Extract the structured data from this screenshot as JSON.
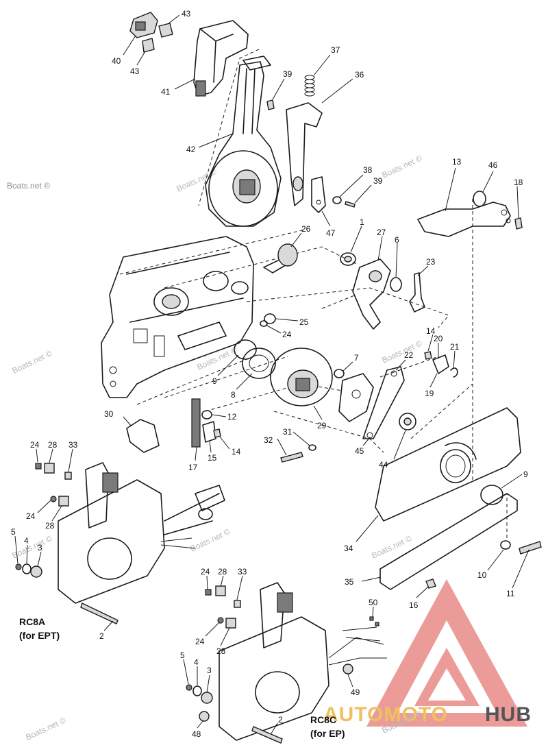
{
  "watermarks": [
    "Boats.net ©",
    "Boats.net ©",
    "Boats.net ©",
    "Boats.net ©",
    "Boats.net ©",
    "Boats.net ©",
    "Boats.net ©",
    "Boats.net ©",
    "Boats.net ©",
    "Boats.net ©",
    "Boats.net ©"
  ],
  "brand": {
    "part1": "AUTOMOTO",
    "part2": "HUB",
    "colors": {
      "accent": "#f0c060",
      "dark": "#555555",
      "triangle": "#e88a86"
    }
  },
  "models": [
    {
      "line1": "RC8A",
      "line2": "(for EPT)"
    },
    {
      "line1": "RC8C",
      "line2": "(for EP)"
    }
  ],
  "callouts": [
    "43",
    "40",
    "43",
    "41",
    "42",
    "39",
    "37",
    "36",
    "38",
    "39",
    "47",
    "13",
    "46",
    "18",
    "26",
    "1",
    "27",
    "6",
    "23",
    "25",
    "24",
    "9",
    "8",
    "7",
    "22",
    "14",
    "20",
    "21",
    "19",
    "30",
    "12",
    "17",
    "15",
    "14",
    "29",
    "45",
    "44",
    "32",
    "31",
    "34",
    "9",
    "10",
    "11",
    "35",
    "16",
    "24",
    "28",
    "33",
    "24",
    "28",
    "5",
    "4",
    "3",
    "2",
    "24",
    "28",
    "33",
    "24",
    "28",
    "50",
    "5",
    "4",
    "3",
    "49",
    "2",
    "48"
  ]
}
